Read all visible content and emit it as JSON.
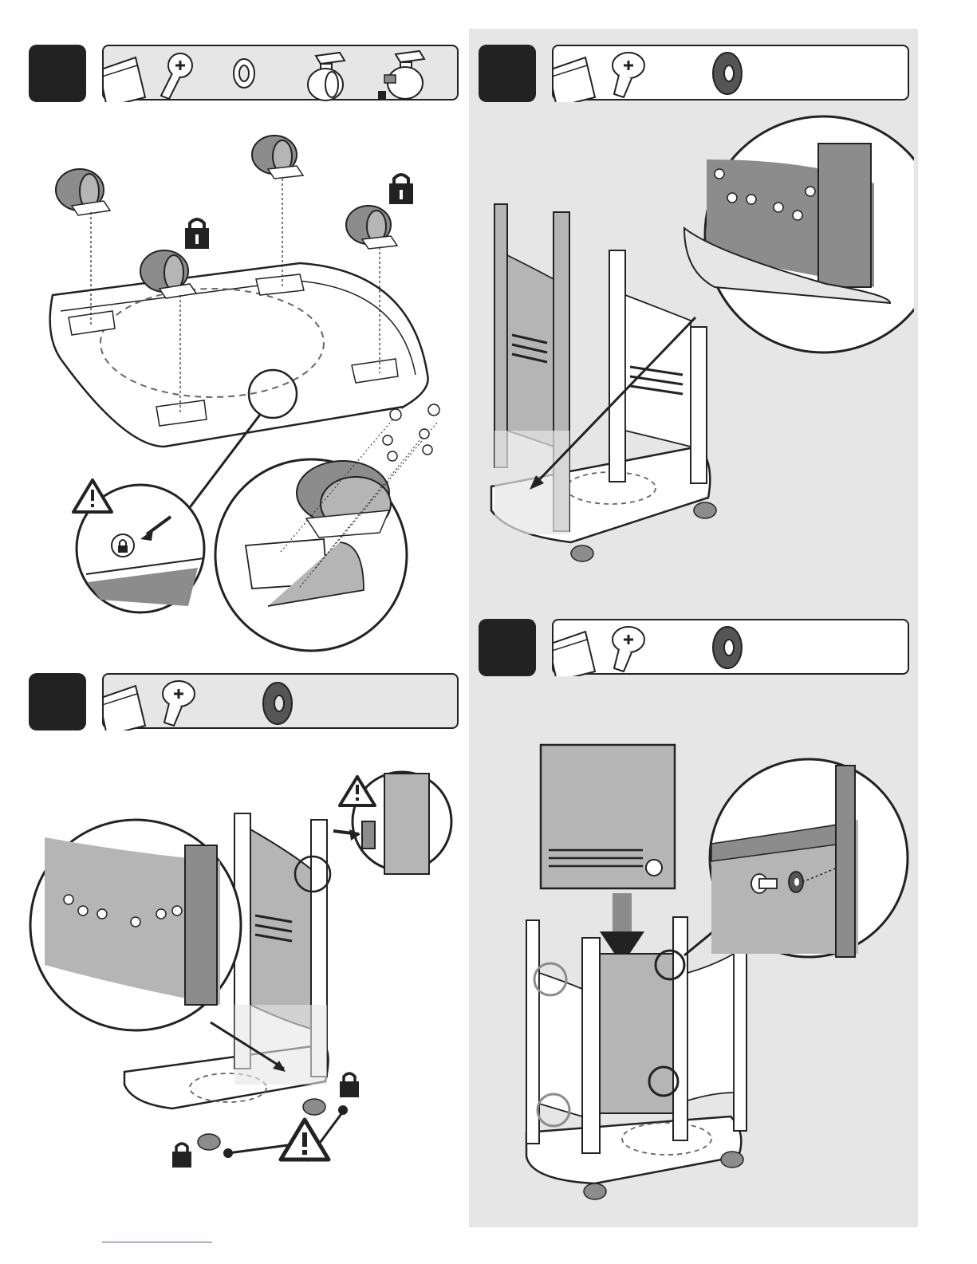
{
  "page": {
    "step_numbers": [
      "",
      "",
      "",
      ""
    ]
  },
  "steps": [
    {
      "id": "casters",
      "icons": [
        "parts-bag-icon",
        "bolt-icon",
        "lock-washer-icon",
        "caster-icon",
        "locking-caster-icon"
      ],
      "warning": "warning-triangle-icon",
      "lock": "padlock-icon"
    },
    {
      "id": "left-panel",
      "icons": [
        "parts-bag-icon",
        "screw-icon",
        "flat-washer-icon"
      ]
    },
    {
      "id": "right-panel",
      "icons": [
        "parts-bag-icon",
        "screw-icon",
        "flat-washer-icon"
      ]
    },
    {
      "id": "back-panel",
      "icons": [
        "parts-bag-icon",
        "screw-icon",
        "flat-washer-icon"
      ]
    }
  ],
  "colors": {
    "ink": "#222222",
    "mid": "#8c8c8c",
    "light": "#e6e6e6",
    "panel": "#b5b5b5"
  }
}
